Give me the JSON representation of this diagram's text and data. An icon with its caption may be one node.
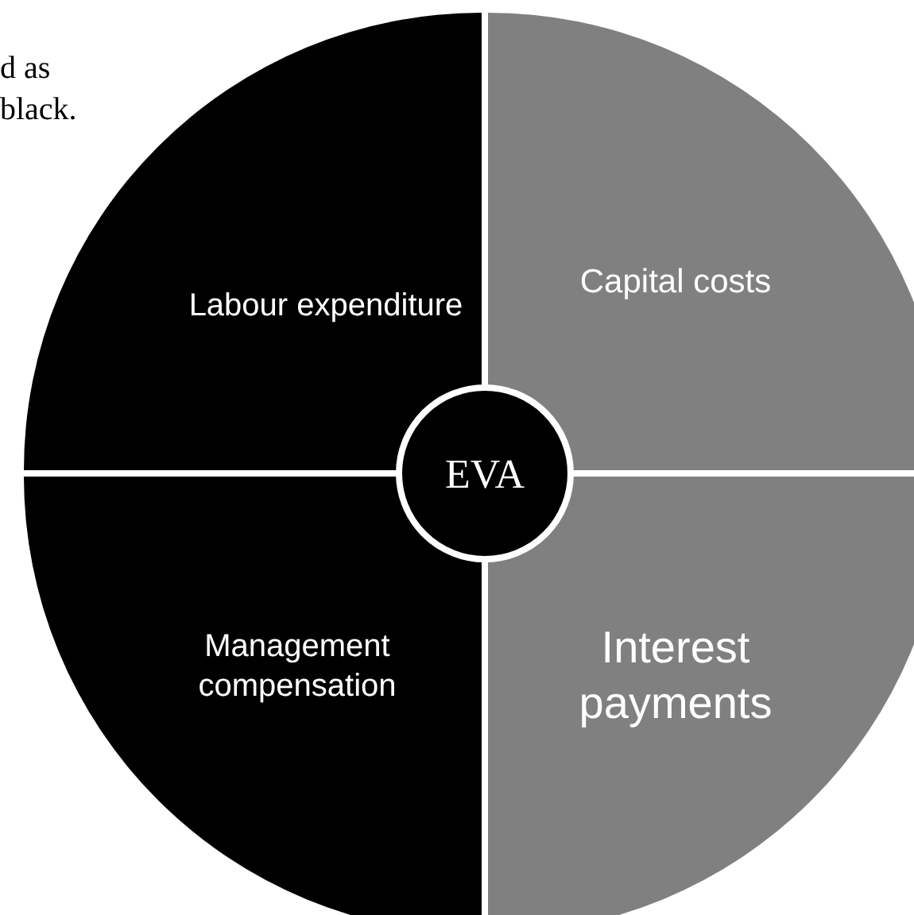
{
  "diagram": {
    "nodes": [
      {
        "text": [
          "EVA"
        ]
      },
      {
        "text": [
          "Labour expenditure"
        ]
      },
      {
        "text": [
          "Capital costs"
        ]
      },
      {
        "text": [
          "Management compensation"
        ]
      },
      {
        "text": [
          "Interest payments"
        ]
      }
    ],
    "labels": [
      "d as black."
    ]
  }
}
